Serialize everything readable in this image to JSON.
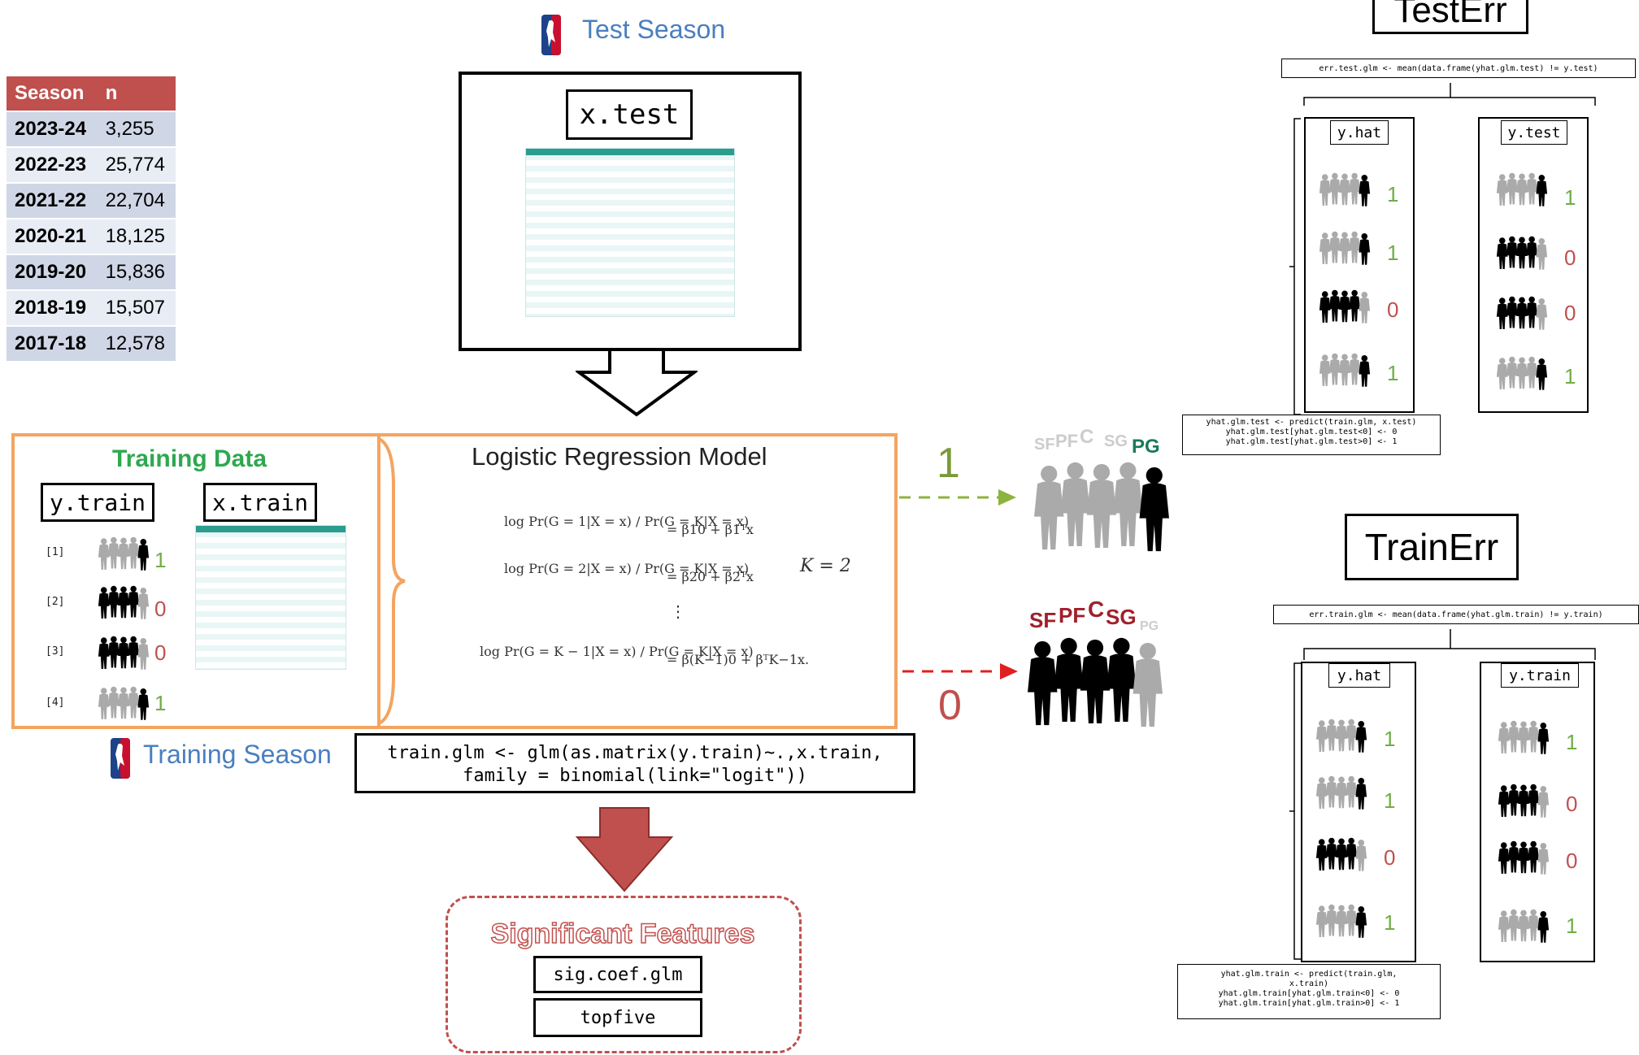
{
  "test_season": {
    "label": "Test Season"
  },
  "training_season": {
    "label": "Training Season"
  },
  "season_table": {
    "headers": [
      "Season",
      "n"
    ],
    "rows": [
      {
        "season": "2023-24",
        "n": "3,255"
      },
      {
        "season": "2022-23",
        "n": "25,774"
      },
      {
        "season": "2021-22",
        "n": "22,704"
      },
      {
        "season": "2020-21",
        "n": "18,125"
      },
      {
        "season": "2019-20",
        "n": "15,836"
      },
      {
        "season": "2018-19",
        "n": "15,507"
      },
      {
        "season": "2017-18",
        "n": "12,578"
      }
    ]
  },
  "x_test": {
    "label": "x.test"
  },
  "training": {
    "title": "Training Data",
    "y_label": "y.train",
    "x_label": "x.train",
    "indices": [
      "[1]",
      "[2]",
      "[3]",
      "[4]"
    ],
    "values": [
      "1",
      "0",
      "0",
      "1"
    ]
  },
  "model": {
    "title": "Logistic Regression Model",
    "eq1_lhs": "log Pr(G = 1|X = x) / Pr(G = K|X = x)",
    "eq1_rhs": "= β10 + β1ᵀx",
    "eq2_lhs": "log Pr(G = 2|X = x) / Pr(G = K|X = x)",
    "eq2_rhs": "= β20 + β2ᵀx",
    "k_eq": "K = 2",
    "dots": "⋮",
    "eq3_lhs": "log Pr(G = K − 1|X = x) / Pr(G = K|X = x)",
    "eq3_rhs": "= β(K−1)0 + βᵀK−1x."
  },
  "code_main": {
    "line1": "train.glm <- glm(as.matrix(y.train)~.,x.train,",
    "line2": "family = binomial(link=\"logit\"))"
  },
  "outcomes": {
    "one": "1",
    "zero": "0"
  },
  "positions": {
    "sf": "SF",
    "pf": "PF",
    "c": "C",
    "sg": "SG",
    "pg": "PG"
  },
  "significant": {
    "title": "Significant Features",
    "item1": "sig.coef.glm",
    "item2": "topfive"
  },
  "test_err": {
    "title": "TestErr",
    "formula": "err.test.glm <- mean(data.frame(yhat.glm.test) != y.test)",
    "col1": "y.hat",
    "col2": "y.test",
    "col1_values": [
      "1",
      "1",
      "0",
      "1"
    ],
    "col2_values": [
      "1",
      "0",
      "0",
      "1"
    ],
    "code": [
      "yhat.glm.test <- predict(train.glm, x.test)",
      "yhat.glm.test[yhat.glm.test<0] <- 0",
      "yhat.glm.test[yhat.glm.test>0] <- 1"
    ]
  },
  "train_err": {
    "title": "TrainErr",
    "formula": "err.train.glm <- mean(data.frame(yhat.glm.train) != y.train)",
    "col1": "y.hat",
    "col2": "y.train",
    "col1_values": [
      "1",
      "1",
      "0",
      "1"
    ],
    "col2_values": [
      "1",
      "0",
      "0",
      "1"
    ],
    "code": [
      "yhat.glm.train <- predict(train.glm,",
      "x.train)",
      "yhat.glm.train[yhat.glm.train<0] <- 0",
      "yhat.glm.train[yhat.glm.train>0] <- 1"
    ]
  },
  "colors": {
    "accent_red": "#c0504d",
    "accent_green": "#70ad47",
    "orange_frame": "#f4a460",
    "nba_blue": "#4a7fbf",
    "training_title": "#2ea84f"
  }
}
